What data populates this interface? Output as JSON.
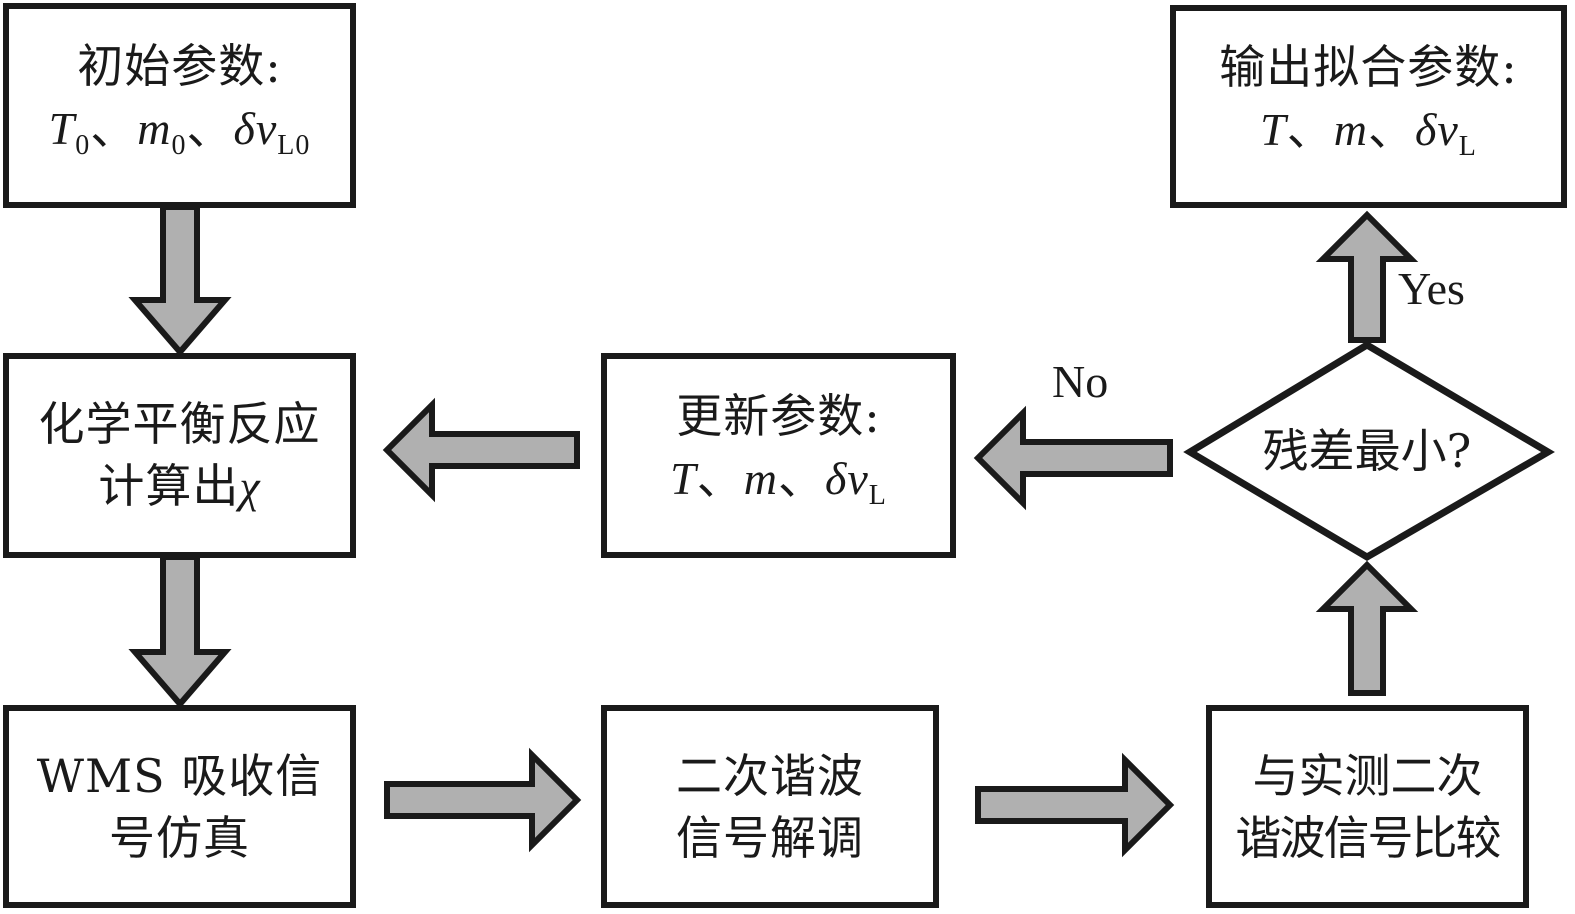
{
  "colors": {
    "stroke": "#1a1a1a",
    "arrow_fill": "#b0b0b0",
    "box_fill": "#ffffff"
  },
  "nodes": {
    "initial_params": {
      "line1": "初始参数:",
      "vars": [
        {
          "sym": "T",
          "sub": "0"
        },
        {
          "sym": "m",
          "sub": "0"
        },
        {
          "sym": "δv",
          "sub": "L0"
        }
      ],
      "separator": "、"
    },
    "chem_equilibrium": {
      "line1": "化学平衡反应",
      "line2": "计算出",
      "line2_math": "χ"
    },
    "wms_sim": {
      "line1": "WMS 吸收信",
      "line2": "号仿真"
    },
    "update_params": {
      "line1": "更新参数:",
      "vars": [
        {
          "sym": "T",
          "sub": ""
        },
        {
          "sym": "m",
          "sub": ""
        },
        {
          "sym": "δv",
          "sub": "L"
        }
      ],
      "separator": "、"
    },
    "second_harmonic_demod": {
      "line1": "二次谐波",
      "line2": "信号解调"
    },
    "compare_measured": {
      "line1": "与实测二次",
      "line2": "谐波信号比较"
    },
    "residual_min": {
      "text": "残差最小?"
    },
    "output_params": {
      "line1": "输出拟合参数:",
      "vars": [
        {
          "sym": "T",
          "sub": ""
        },
        {
          "sym": "m",
          "sub": ""
        },
        {
          "sym": "δv",
          "sub": "L"
        }
      ],
      "separator": "、"
    }
  },
  "edge_labels": {
    "no": "No",
    "yes": "Yes"
  },
  "edges": [
    {
      "from": "initial_params",
      "to": "chem_equilibrium",
      "direction": "down"
    },
    {
      "from": "chem_equilibrium",
      "to": "wms_sim",
      "direction": "down"
    },
    {
      "from": "wms_sim",
      "to": "second_harmonic_demod",
      "direction": "right"
    },
    {
      "from": "second_harmonic_demod",
      "to": "compare_measured",
      "direction": "right"
    },
    {
      "from": "compare_measured",
      "to": "residual_min",
      "direction": "up"
    },
    {
      "from": "residual_min",
      "to": "output_params",
      "direction": "up",
      "label": "Yes"
    },
    {
      "from": "residual_min",
      "to": "update_params",
      "direction": "left",
      "label": "No"
    },
    {
      "from": "update_params",
      "to": "chem_equilibrium",
      "direction": "left"
    }
  ]
}
